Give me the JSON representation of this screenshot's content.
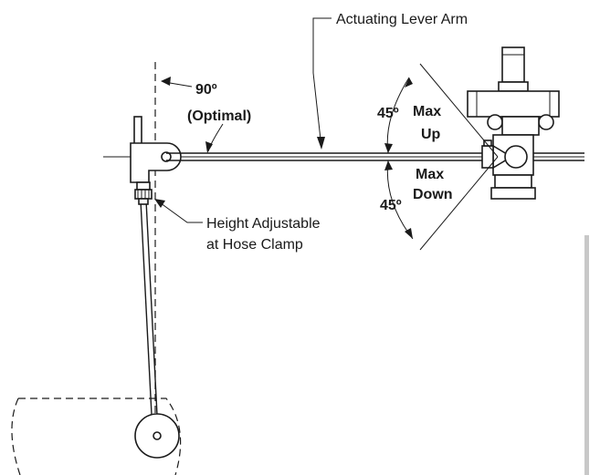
{
  "labels": {
    "lever_arm": "Actuating Lever Arm",
    "angle_90": "90º",
    "optimal": "(Optimal)",
    "angle_45_up": "45º",
    "max_up_1": "Max",
    "max_up_2": "Up",
    "max_down_1": "Max",
    "max_down_2": "Down",
    "angle_45_down": "45º",
    "height_1": "Height Adjustable",
    "height_2": "at Hose Clamp"
  }
}
